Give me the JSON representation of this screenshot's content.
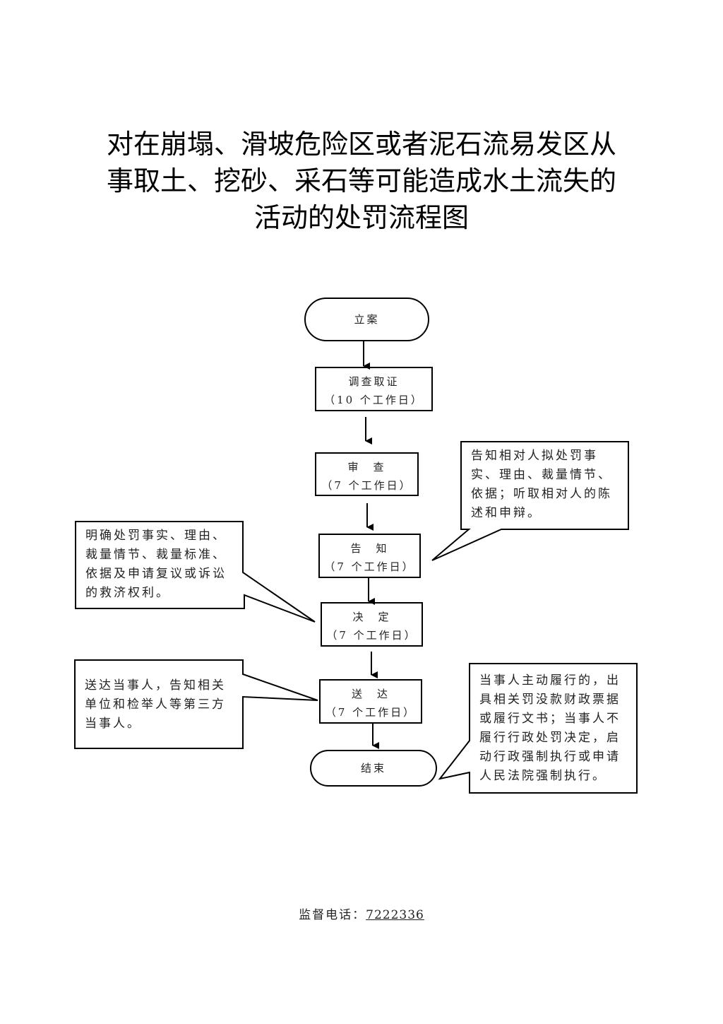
{
  "title": {
    "lines": [
      "对在崩塌、滑坡危险区或者泥石流易发区从",
      "事取土、挖砂、采石等可能造成水土流失的",
      "活动的处罚流程图"
    ]
  },
  "flow": {
    "nodes": [
      {
        "id": "start",
        "shape": "terminator",
        "label": "立案",
        "duration": ""
      },
      {
        "id": "investigate",
        "shape": "process",
        "label": "调查取证",
        "duration": "（10 个工作日）"
      },
      {
        "id": "review",
        "shape": "process",
        "label": "审　查",
        "duration": "（7 个工作日）"
      },
      {
        "id": "notify",
        "shape": "process",
        "label": "告　知",
        "duration": "（7 个工作日）"
      },
      {
        "id": "decide",
        "shape": "process",
        "label": "决　定",
        "duration": "（7 个工作日）"
      },
      {
        "id": "deliver",
        "shape": "process",
        "label": "送　达",
        "duration": "（7 个工作日）"
      },
      {
        "id": "end",
        "shape": "terminator",
        "label": "结束",
        "duration": ""
      }
    ],
    "edges": [
      [
        "start",
        "investigate"
      ],
      [
        "investigate",
        "review"
      ],
      [
        "review",
        "notify"
      ],
      [
        "notify",
        "decide"
      ],
      [
        "decide",
        "deliver"
      ],
      [
        "deliver",
        "end"
      ]
    ],
    "callouts": [
      {
        "id": "notify-note",
        "attached_to": "notify",
        "side": "right",
        "lines": [
          "告知相对人拟处罚事",
          "实、理由、裁量情节、",
          "依据；听取相对人的陈",
          "述和申辩。"
        ]
      },
      {
        "id": "decide-note",
        "attached_to": "decide",
        "side": "left",
        "lines": [
          "明确处罚事实、理由、",
          "裁量情节、裁量标准、",
          "依据及申请复议或诉讼",
          "的救济权利。"
        ]
      },
      {
        "id": "deliver-note",
        "attached_to": "deliver",
        "side": "left",
        "lines": [
          "送达当事人，告知相关",
          "单位和检举人等第三方",
          "当事人。"
        ]
      },
      {
        "id": "end-note",
        "attached_to": "end",
        "side": "right",
        "lines": [
          "当事人主动履行的，出",
          "具相关罚没款财政票据",
          "或履行文书；当事人不",
          "履行行政处罚决定，启",
          "动行政强制执行或申请",
          "人民法院强制执行。"
        ]
      }
    ]
  },
  "footer": {
    "label": "监督电话：",
    "phone": "7222336"
  }
}
